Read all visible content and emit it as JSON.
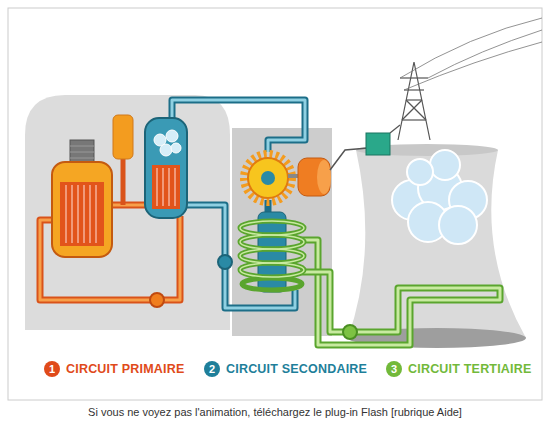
{
  "diagram": {
    "caption": "Si vous ne voyez pas l'animation, téléchargez le plug-in Flash [rubrique Aide]",
    "nodes": [
      {
        "text": [
          "1",
          "CIRCUIT PRIMAIRE"
        ]
      },
      {
        "text": [
          "2",
          "CIRCUIT SECONDAIRE"
        ]
      },
      {
        "text": [
          "3",
          "CIRCUIT TERTIAIRE"
        ]
      }
    ]
  }
}
